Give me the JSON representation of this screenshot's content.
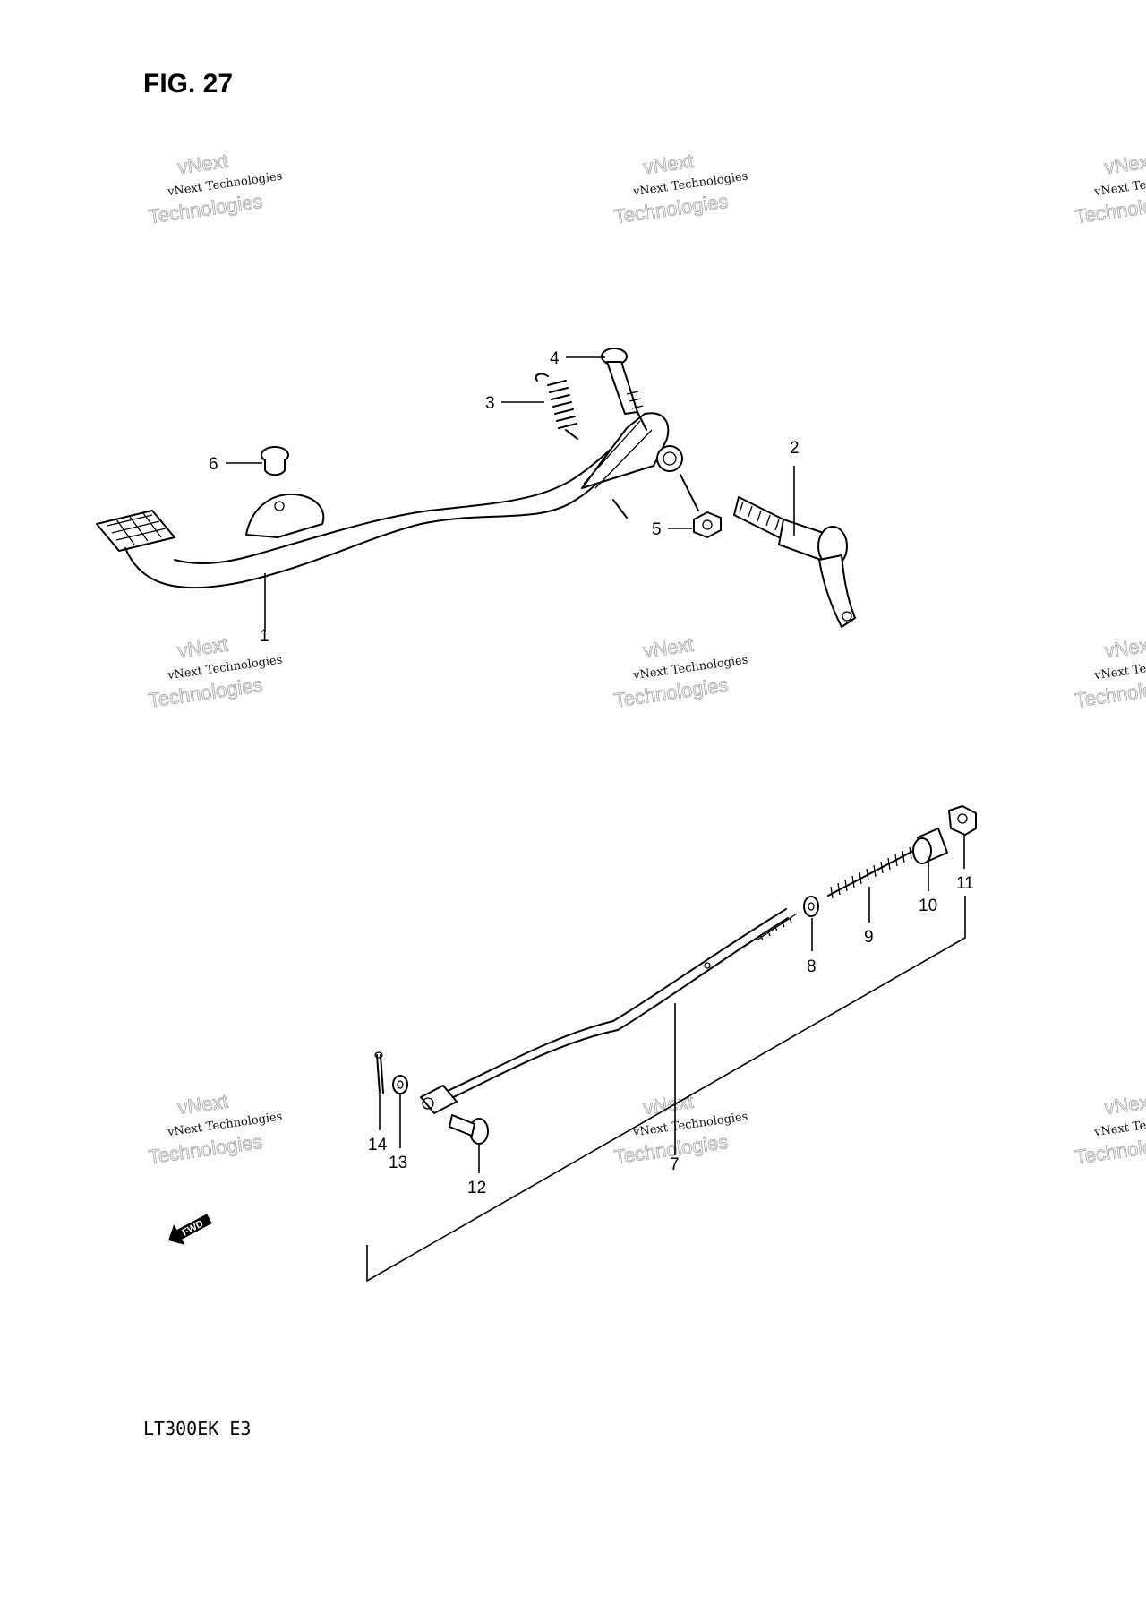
{
  "figure": {
    "title": "FIG. 27",
    "model": "LT300EK  E3"
  },
  "watermark": {
    "line_small": "vNext Technologies",
    "line_big_1": "vNext",
    "line_big_2": "Technologies"
  },
  "callouts": [
    {
      "id": "1",
      "label": "1"
    },
    {
      "id": "2",
      "label": "2"
    },
    {
      "id": "3",
      "label": "3"
    },
    {
      "id": "4",
      "label": "4"
    },
    {
      "id": "5",
      "label": "5"
    },
    {
      "id": "6",
      "label": "6"
    },
    {
      "id": "7",
      "label": "7"
    },
    {
      "id": "8",
      "label": "8"
    },
    {
      "id": "9",
      "label": "9"
    },
    {
      "id": "10",
      "label": "10"
    },
    {
      "id": "11",
      "label": "11"
    },
    {
      "id": "12",
      "label": "12"
    },
    {
      "id": "13",
      "label": "13"
    },
    {
      "id": "14",
      "label": "14"
    }
  ],
  "direction_badge": {
    "text": "FWD",
    "icon": "forward-arrow-icon"
  }
}
